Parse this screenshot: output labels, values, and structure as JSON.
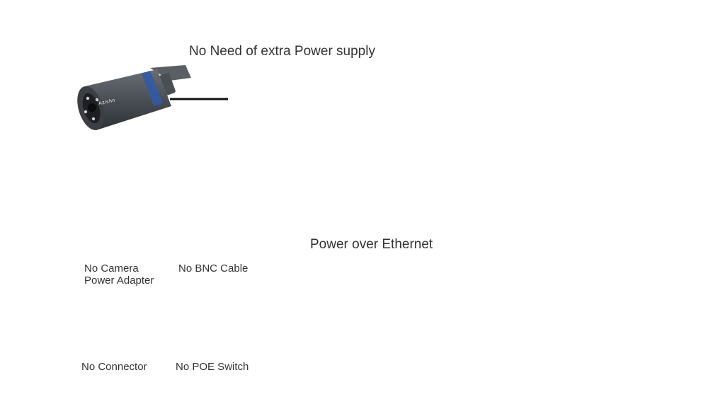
{
  "labels": {
    "top_note": "No Need of extra Power supply",
    "poe": "Power over Ethernet",
    "camera_brand": "Azishn"
  },
  "no_items": [
    {
      "name": "no-camera-power-adapter",
      "line1": "No Camera",
      "line2": "Power Adapter"
    },
    {
      "name": "no-bnc-cable",
      "line1": "No BNC Cable",
      "line2": ""
    },
    {
      "name": "no-connector",
      "line1": "No Connector",
      "line2": ""
    },
    {
      "name": "no-poe-switch",
      "line1": "No POE Switch",
      "line2": ""
    }
  ],
  "colors": {
    "accent_red": "#d9272e",
    "prohibit_red": "#c8202a",
    "lightning_orange": "#f5a623",
    "wifi_blue": "#3a9ad9",
    "cable_black": "#111111",
    "nvr_gray": "#d7d7d7"
  },
  "icons": [
    "camera-icon",
    "nvr-icon",
    "lightning-icon",
    "wifi-antenna-icon",
    "rj45-connector-icon",
    "prohibited-icon"
  ]
}
